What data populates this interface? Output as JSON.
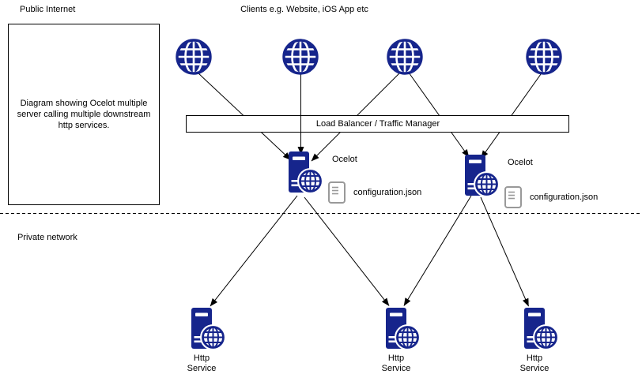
{
  "diagram": {
    "note": "Diagram showing Ocelot multiple server calling multiple downstream http services.",
    "zones": {
      "public": "Public Internet",
      "private": "Private network"
    },
    "clients_caption": "Clients e.g. Website, iOS App etc",
    "load_balancer": {
      "label": "Load Balancer / Traffic Manager"
    },
    "gateways": [
      {
        "label": "Ocelot",
        "config_file": "configuration.json"
      },
      {
        "label": "Ocelot",
        "config_file": "configuration.json"
      }
    ],
    "services": [
      {
        "line1": "Http",
        "line2": "Service"
      },
      {
        "line1": "Http",
        "line2": "Service"
      },
      {
        "line1": "Http",
        "line2": "Service"
      }
    ],
    "icons": {
      "client": "globe-icon",
      "gateway": "server-with-globe-icon",
      "config": "document-icon",
      "service": "server-with-globe-icon"
    },
    "colors": {
      "node_fill": "#16258C",
      "edge": "#000000",
      "doc_outline": "#999999"
    }
  }
}
